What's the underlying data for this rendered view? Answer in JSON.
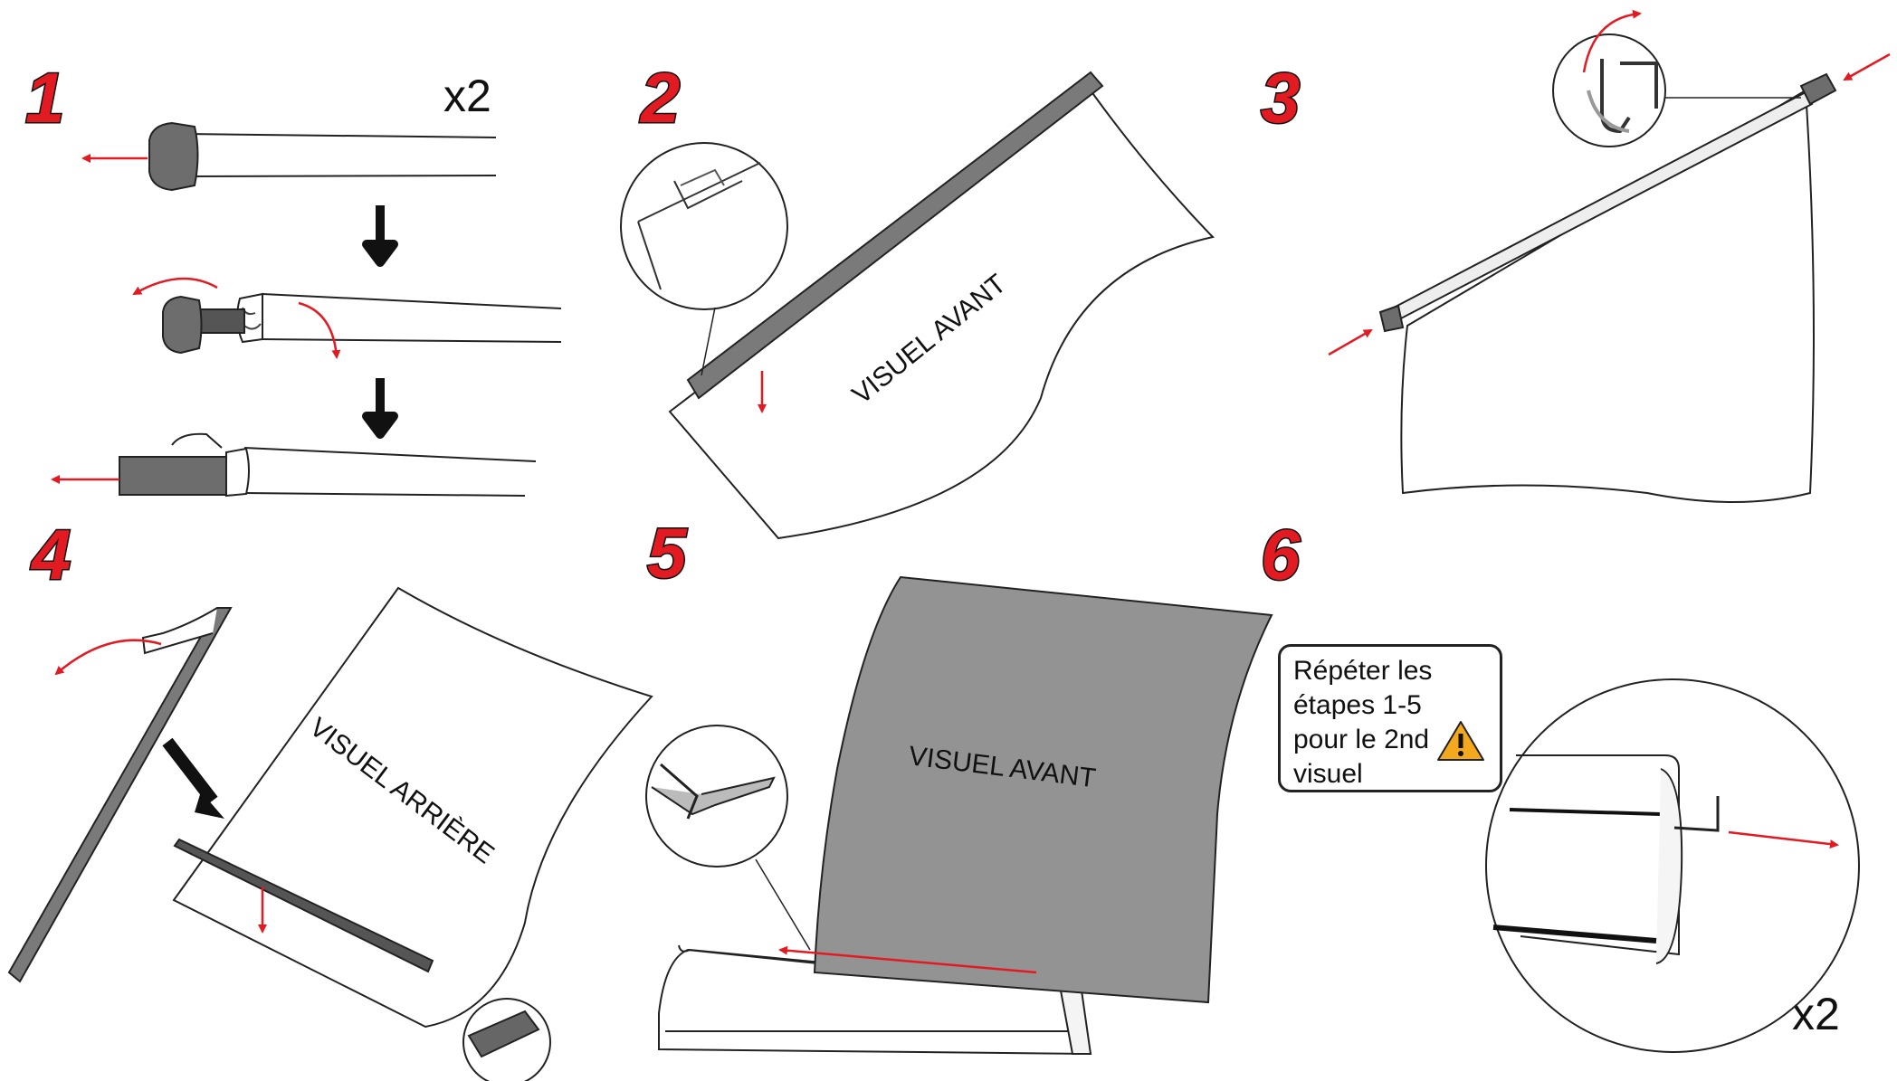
{
  "steps": [
    {
      "number": "1",
      "multiplier": "x2"
    },
    {
      "number": "2",
      "label": "VISUEL AVANT"
    },
    {
      "number": "3"
    },
    {
      "number": "4",
      "label": "VISUEL ARRIÈRE"
    },
    {
      "number": "5",
      "label": "VISUEL AVANT"
    },
    {
      "number": "6",
      "multiplier": "x2",
      "note": "Répéter les\nétapes 1-5\npour le 2nd\nvisuel",
      "note_icon": "warning-icon"
    }
  ],
  "colors": {
    "step_number": "#e21b23",
    "arrow": "#e21b23",
    "banner_front": "#939393",
    "profile": "#7a7a7a",
    "warning": "#f4a81d"
  }
}
